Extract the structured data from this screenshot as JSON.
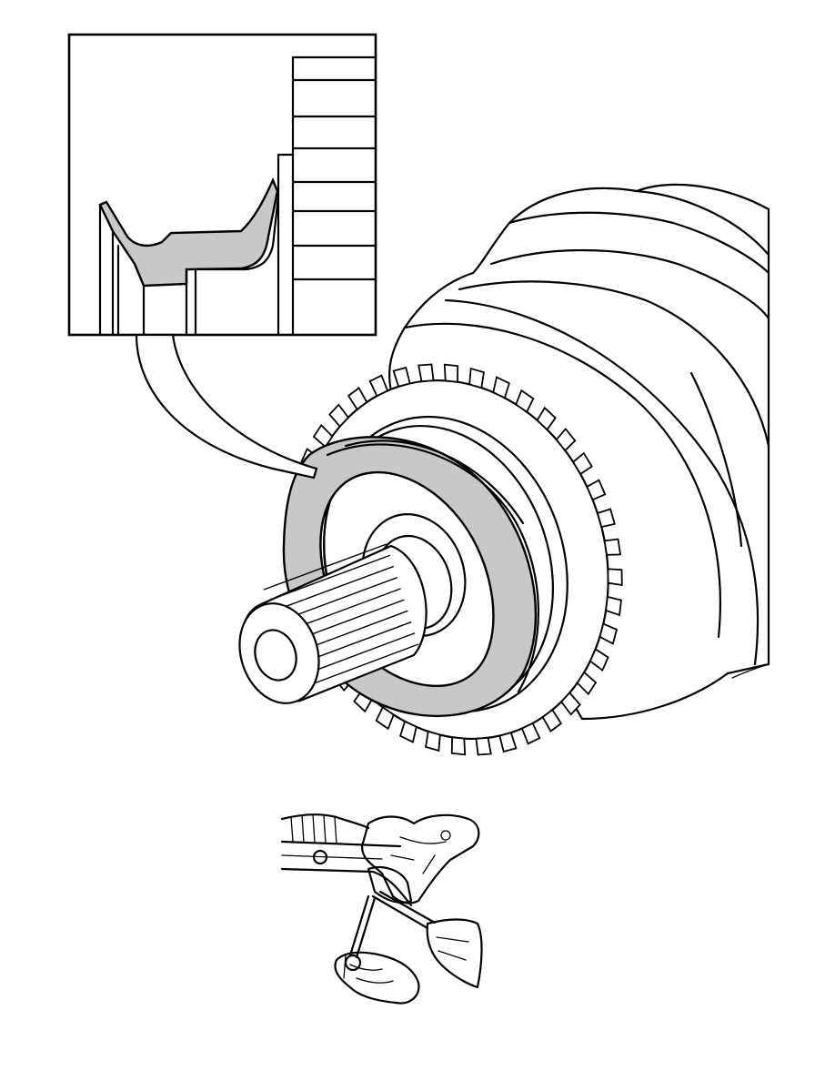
{
  "figure": {
    "main_illustration": "cv-joint-seal-installation",
    "inset": "seal-lip-profile-detail",
    "secondary_illustration": "hands-removing-seal-with-tool"
  },
  "colors": {
    "line": "#000000",
    "seal_fill": "#c8c8c8",
    "background": "#ffffff"
  }
}
